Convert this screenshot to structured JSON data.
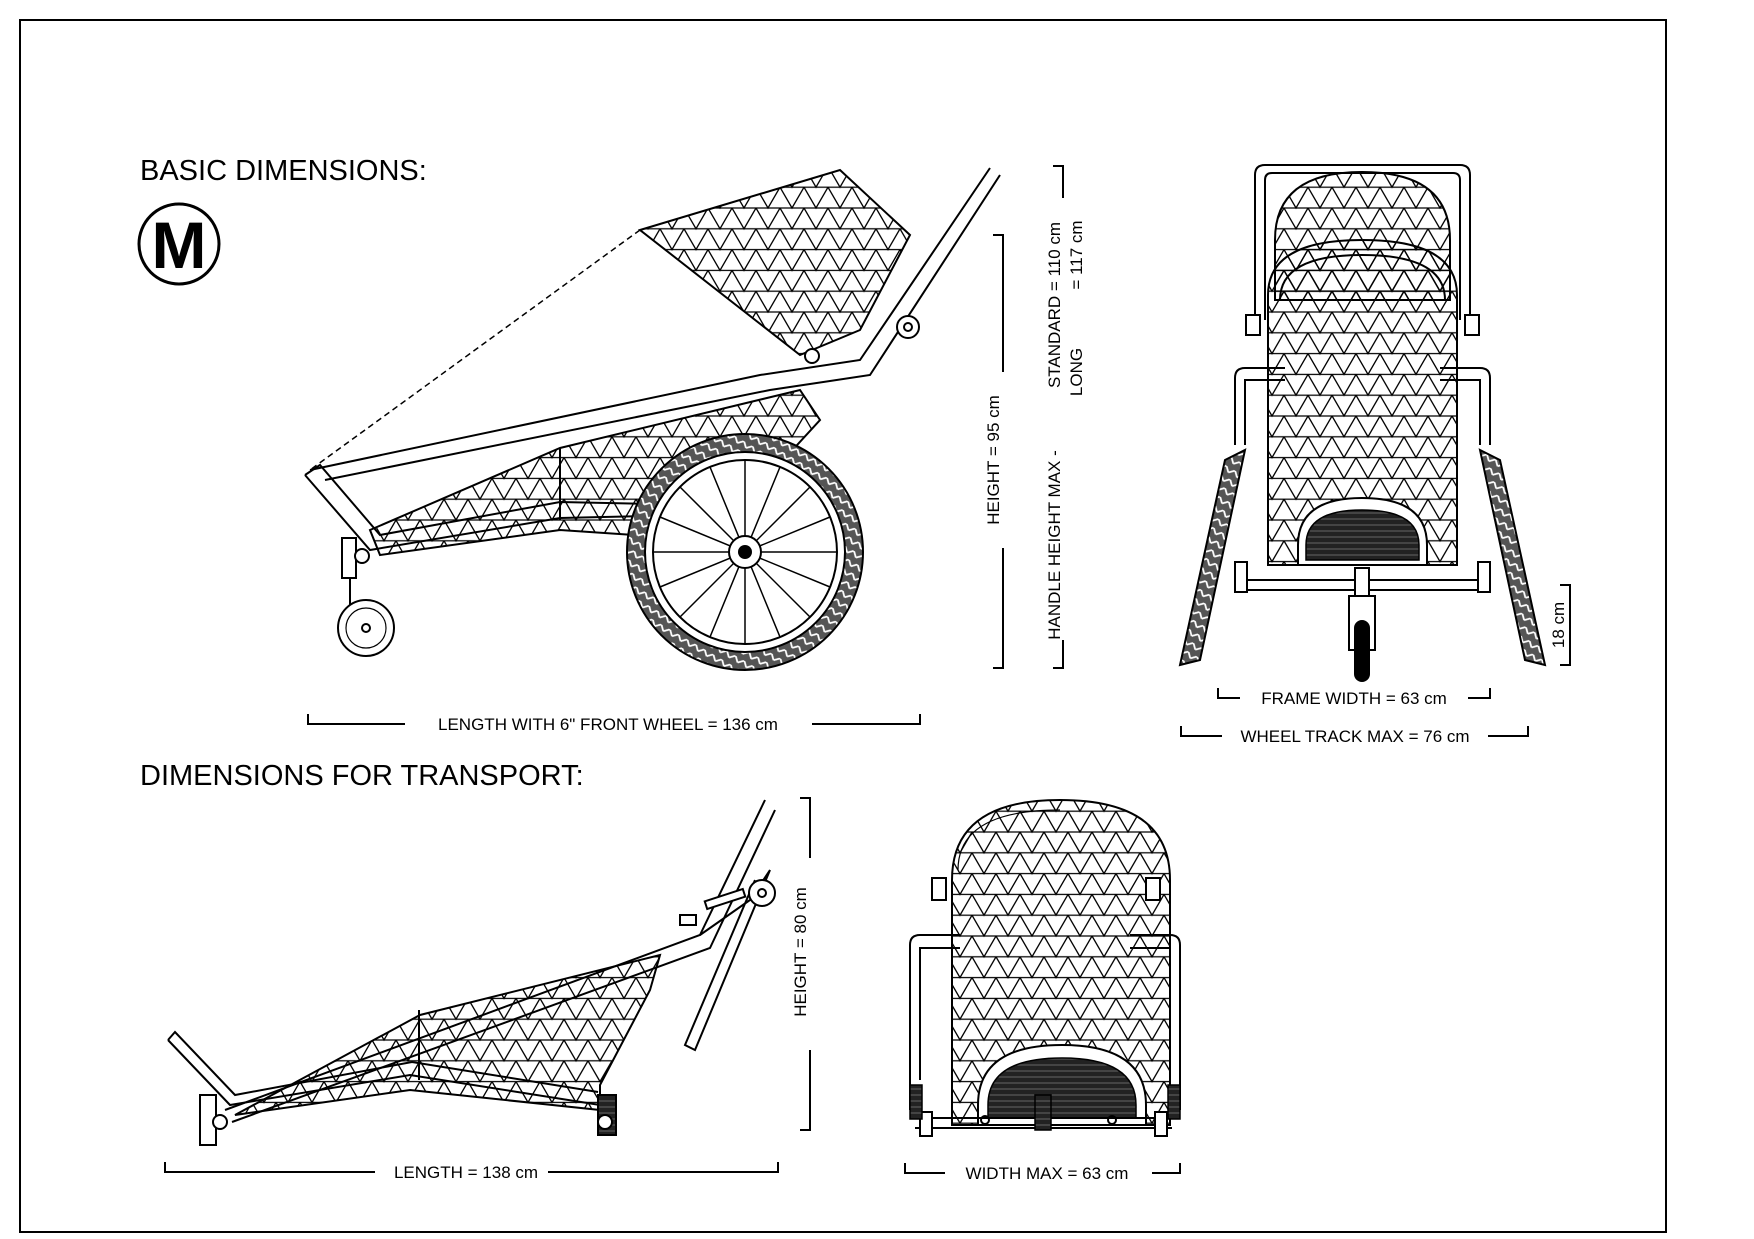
{
  "headings": {
    "basic": "BASIC DIMENSIONS:",
    "transport": "DIMENSIONS FOR TRANSPORT:"
  },
  "badge": {
    "letter": "M"
  },
  "dimensions": {
    "length_front_wheel": "LENGTH WITH  6\" FRONT WHEEL = 136 cm",
    "height": "HEIGHT = 95 cm",
    "handle_height_label": "HANDLE HEIGHT MAX -",
    "handle_standard": "STANDARD = 110 cm",
    "handle_long_label": "LONG",
    "handle_long_value": "= 117 cm",
    "frame_width": "FRAME WIDTH = 63 cm",
    "wheel_track": "WHEEL TRACK MAX = 76 cm",
    "ground_clearance": "18 cm",
    "transport_height": "HEIGHT = 80 cm",
    "transport_length": "LENGTH = 138 cm",
    "transport_width": "WIDTH MAX = 63 cm"
  }
}
